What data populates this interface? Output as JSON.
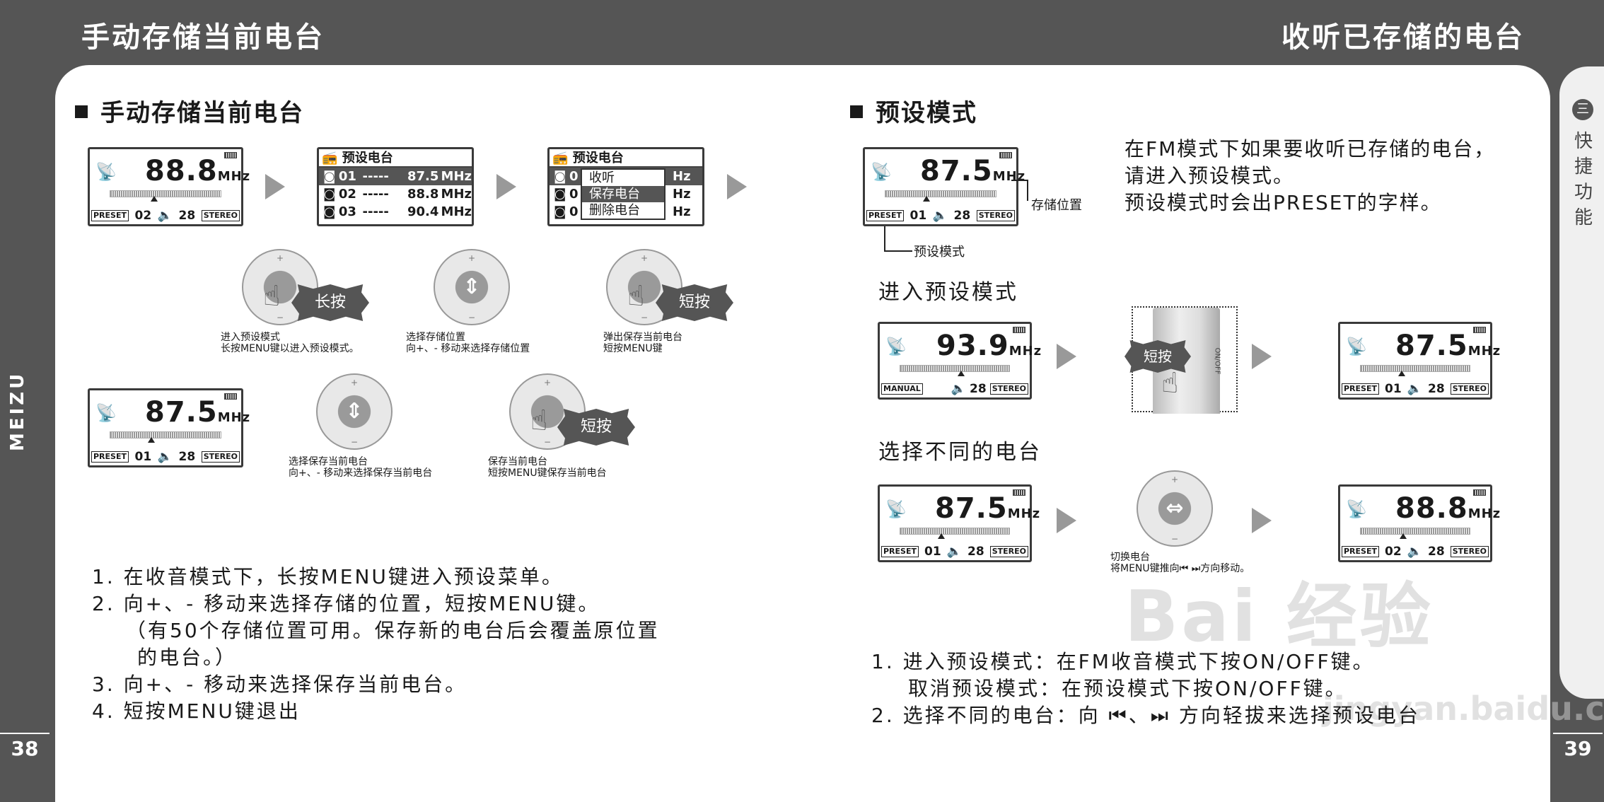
{
  "header": {
    "left_title": "手动存储当前电台",
    "right_title": "收听已存储的电台"
  },
  "sidebar": {
    "chapter_num": "三",
    "chapter_label": "快捷功能",
    "brand": "MEIZU"
  },
  "page_numbers": {
    "left": "38",
    "right": "39"
  },
  "left": {
    "section_title": "手动存储当前电台",
    "screen1": {
      "freq": "88.8",
      "unit": "MHz",
      "mode": "PRESET",
      "slot": "02",
      "vol": "28",
      "stereo": "STEREO"
    },
    "screen2": {
      "title": "预设电台",
      "rows": [
        {
          "num": "01",
          "dash": "-----",
          "freq": "87.5",
          "unit": "MHz"
        },
        {
          "num": "02",
          "dash": "-----",
          "freq": "88.8",
          "unit": "MHz"
        },
        {
          "num": "03",
          "dash": "-----",
          "freq": "90.4",
          "unit": "MHz"
        }
      ]
    },
    "screen3": {
      "title": "预设电台",
      "row_nums": [
        "0",
        "0",
        "0"
      ],
      "row_units": [
        "Hz",
        "Hz",
        "Hz"
      ],
      "menu": [
        "收听",
        "保存电台",
        "删除电台"
      ]
    },
    "screen4": {
      "freq": "87.5",
      "unit": "MHz",
      "mode": "PRESET",
      "slot": "01",
      "vol": "28",
      "stereo": "STEREO"
    },
    "badges": {
      "long": "长按",
      "short": "短按"
    },
    "captions": {
      "c1_l1": "进入预设模式",
      "c1_l2": "长按MENU键以进入预设模式。",
      "c2_l1": "选择存储位置",
      "c2_l2": "向+、- 移动来选择存储位置",
      "c3_l1": "弹出保存当前电台",
      "c3_l2": "短按MENU键",
      "c4_l1": "选择保存当前电台",
      "c4_l2": "向+、- 移动来选择保存当前电台",
      "c5_l1": "保存当前电台",
      "c5_l2": "短按MENU键保存当前电台"
    },
    "steps": [
      "1. 在收音模式下，长按MENU键进入预设菜单。",
      "2. 向+、- 移动来选择存储的位置，短按MENU键。",
      "（有50个存储位置可用。保存新的电台后会覆盖原位置",
      "的电台。）",
      "3. 向+、- 移动来选择保存当前电台。",
      "4. 短按MENU键退出"
    ]
  },
  "right": {
    "section_title": "预设模式",
    "screen_a": {
      "freq": "87.5",
      "unit": "MHz",
      "mode": "PRESET",
      "slot": "01",
      "vol": "28",
      "stereo": "STEREO"
    },
    "callout_storage": "存储位置",
    "callout_mode": "预设模式",
    "intro": [
      "在FM模式下如果要收听已存储的电台，",
      "请进入预设模式。",
      "预设模式时会出PRESET的字样。"
    ],
    "sub1": "进入预设模式",
    "screen_b": {
      "freq": "93.9",
      "unit": "MHz",
      "mode": "MANUAL",
      "vol": "28",
      "stereo": "STEREO"
    },
    "device_label": "ON/OFF",
    "screen_c": {
      "freq": "87.5",
      "unit": "MHz",
      "mode": "PRESET",
      "slot": "01",
      "vol": "28",
      "stereo": "STEREO"
    },
    "sub2": "选择不同的电台",
    "screen_d": {
      "freq": "87.5",
      "unit": "MHz",
      "mode": "PRESET",
      "slot": "01",
      "vol": "28",
      "stereo": "STEREO"
    },
    "caption_switch_l1": "切换电台",
    "caption_switch_l2": "将MENU键推向⏮ ⏭方向移动。",
    "screen_e": {
      "freq": "88.8",
      "unit": "MHz",
      "mode": "PRESET",
      "slot": "02",
      "vol": "28",
      "stereo": "STEREO"
    },
    "steps": [
      "1. 进入预设模式：在FM收音模式下按ON/OFF键。",
      "取消预设模式：在预设模式下按ON/OFF键。",
      "2. 选择不同的电台：向 ⏮、⏭ 方向轻拔来选择预设电台"
    ]
  },
  "watermark": {
    "main": "Bai 经验",
    "sub": "jingyan.baidu.com"
  }
}
